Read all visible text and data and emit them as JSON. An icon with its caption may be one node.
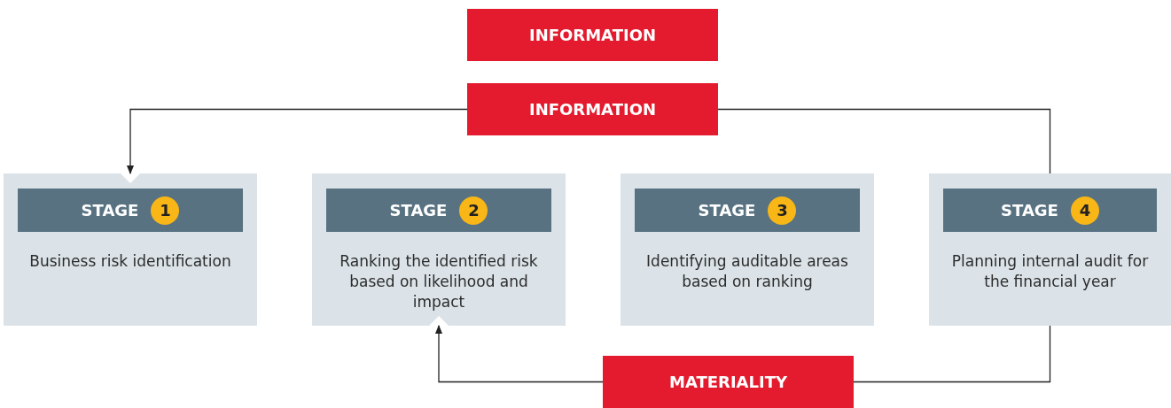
{
  "diagram": {
    "nodes": [
      {
        "text": [
          "INFORMATION"
        ]
      },
      {
        "text": [
          "INFORMATION"
        ]
      },
      {
        "text": [
          "Business risk identification"
        ]
      },
      {
        "text": [
          "STAGE",
          "1"
        ],
        "in": 2
      },
      {
        "text": [
          "Ranking the identified risk based on likelihood and impact"
        ]
      },
      {
        "text": [
          "STAGE",
          "2"
        ],
        "in": 4
      },
      {
        "text": [
          "Identifying auditable areas based on ranking"
        ]
      },
      {
        "text": [
          "STAGE",
          "3"
        ],
        "in": 6
      },
      {
        "text": [
          "Planning internal audit for the financial year"
        ]
      },
      {
        "text": [
          "STAGE",
          "4"
        ],
        "in": 8
      },
      {
        "text": [
          "MATERIALITY"
        ]
      }
    ],
    "edges": [
      {
        "from": 1,
        "to": 2,
        "arrow": "to"
      },
      {
        "from": 8,
        "to": 1,
        "arrow": "none"
      },
      {
        "from": 8,
        "to": 10,
        "arrow": "none"
      },
      {
        "from": 10,
        "to": 4,
        "arrow": "to"
      }
    ]
  }
}
